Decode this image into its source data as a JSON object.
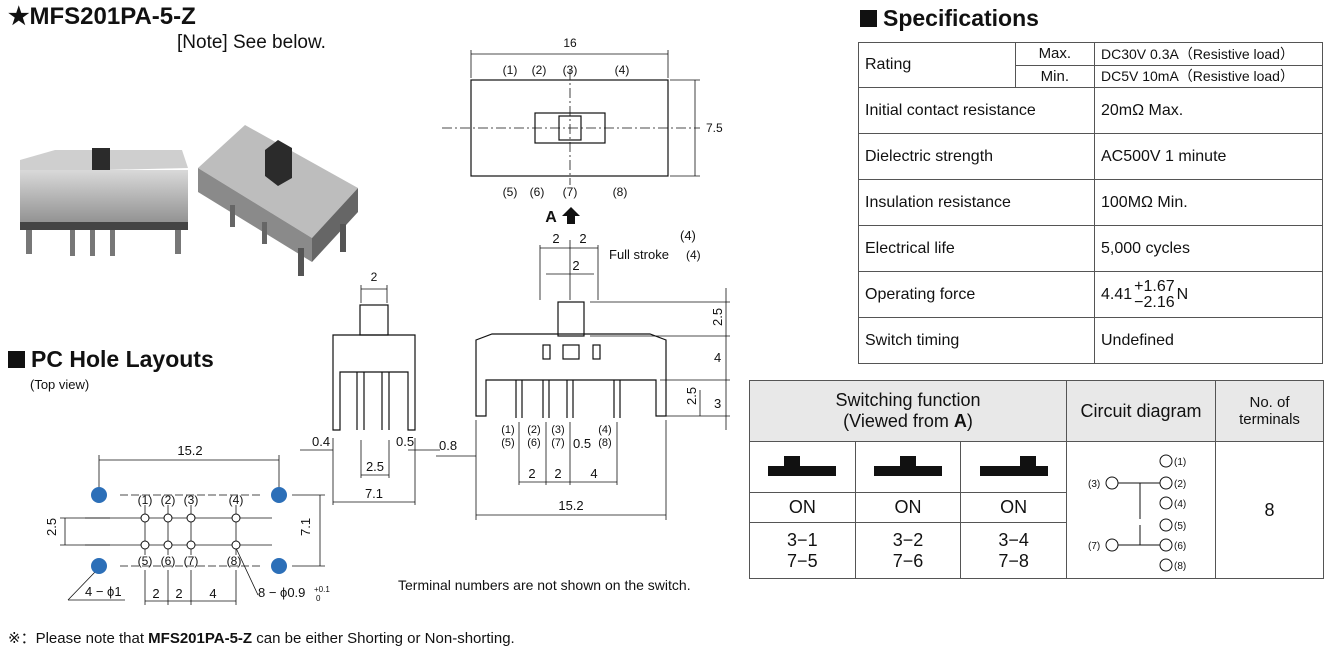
{
  "header": {
    "title": "★MFS201PA-5-Z",
    "note": "[Note] See below."
  },
  "pc_hole": {
    "title": "PC Hole Layouts",
    "subtitle": "(Top view)",
    "dims": {
      "width": "15.2",
      "pitch": "2.5",
      "height": "7.1",
      "spacing": [
        "2",
        "2",
        "4"
      ],
      "hole_small": "4 − ϕ1",
      "hole_pin": "8 − ϕ0.9",
      "hole_pin_tol": "+0.1",
      "hole_pin_tol2": "0"
    },
    "pins_top": [
      "(1)",
      "(2)",
      "(3)",
      "(4)"
    ],
    "pins_bottom": [
      "(5)",
      "(6)",
      "(7)",
      "(8)"
    ]
  },
  "top_view": {
    "width": "16",
    "height": "7.5",
    "pins_top": [
      "(1)",
      "(2)",
      "(3)",
      "(4)"
    ],
    "pins_bottom": [
      "(5)",
      "(6)",
      "(7)",
      "(8)"
    ],
    "arrow_label": "A"
  },
  "side_view": {
    "knob": "2",
    "dims_left": [
      "0.4",
      "0.5",
      "2.5",
      "7.1"
    ]
  },
  "front_view": {
    "knob_spacing": [
      "2",
      "2"
    ],
    "knob_width": "2",
    "full_stroke": "Full stroke",
    "stroke_tag": "(4)",
    "stroke_tag2": "(4)",
    "right_dims": [
      "2.5",
      "4",
      "2.5",
      "3"
    ],
    "bottom_dims": [
      "2",
      "2",
      "4"
    ],
    "left_offset": "0.8",
    "pin_offset": "0.5",
    "total": "15.2",
    "pin_labels_a": [
      "(1)",
      "(2)",
      "(3)",
      "(4)"
    ],
    "pin_labels_b": [
      "(5)",
      "(6)",
      "(7)",
      "(8)"
    ]
  },
  "caption": "Terminal numbers are not shown on the switch.",
  "specifications": {
    "title": "Specifications",
    "rows": [
      {
        "label": "Rating",
        "sub": [
          {
            "label": "Max.",
            "value": "DC30V 0.3A（Resistive load）"
          },
          {
            "label": "Min.",
            "value": "DC5V 10mA（Resistive load）"
          }
        ]
      },
      {
        "label": "Initial contact resistance",
        "value": "20mΩ Max."
      },
      {
        "label": "Dielectric strength",
        "value": "AC500V 1 minute"
      },
      {
        "label": "Insulation resistance",
        "value": "100MΩ Min."
      },
      {
        "label": "Electrical life",
        "value": "5,000 cycles"
      },
      {
        "label": "Operating force",
        "value_base": "4.41",
        "tol_plus": "+1.67",
        "tol_minus": "−2.16",
        "unit": "N"
      },
      {
        "label": "Switch timing",
        "value": "Undefined"
      }
    ]
  },
  "switching": {
    "header_function": "Switching function",
    "header_view_prefix": "(Viewed from ",
    "header_view_letter": "A",
    "header_view_suffix": ")",
    "header_circuit": "Circuit diagram",
    "header_terminals": "No. of terminals",
    "positions": [
      {
        "state": "ON",
        "line1": "3−1",
        "line2": "7−5"
      },
      {
        "state": "ON",
        "line1": "3−2",
        "line2": "7−6"
      },
      {
        "state": "ON",
        "line1": "3−4",
        "line2": "7−8"
      }
    ],
    "terminals": "8",
    "circuit_labels": [
      "(1)",
      "(2)",
      "(4)",
      "(5)",
      "(6)",
      "(8)",
      "(3)",
      "(7)"
    ]
  },
  "footnote": {
    "prefix": "※：Please note that ",
    "model": "MFS201PA-5-Z",
    "suffix": " can be either Shorting or Non-shorting."
  }
}
